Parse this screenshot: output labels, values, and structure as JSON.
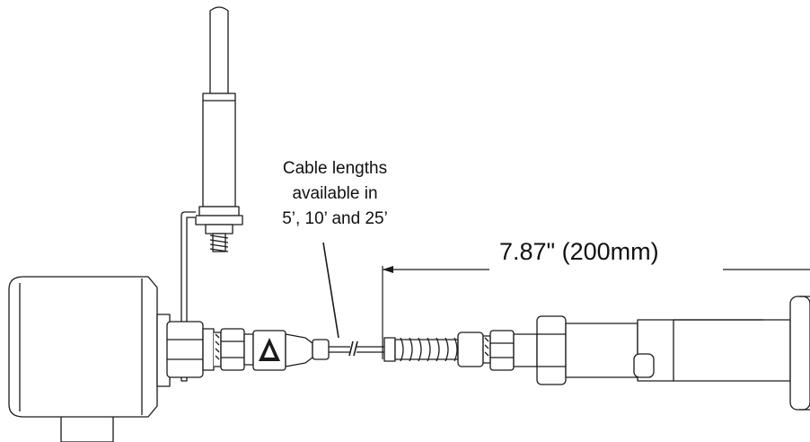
{
  "diagram": {
    "cable_note": {
      "line1": "Cable lengths",
      "line2": "available in",
      "line3": "5’, 10’ and 25’"
    },
    "dimension_label": "7.87\" (200mm)",
    "colors": {
      "stroke": "#1a1a1a",
      "fill": "#ffffff",
      "text": "#111111"
    }
  }
}
